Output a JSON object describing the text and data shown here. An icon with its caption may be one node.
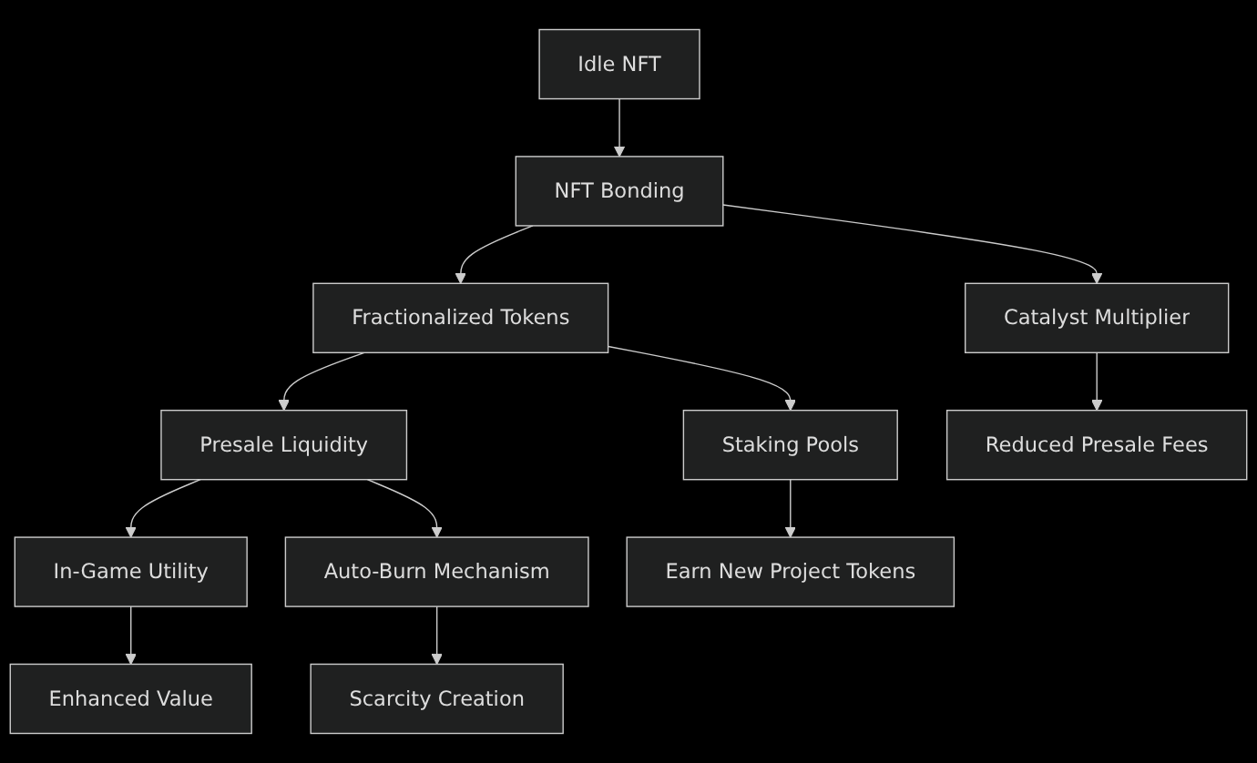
{
  "diagram": {
    "nodes": [
      {
        "text": [
          "Idle NFT"
        ]
      },
      {
        "text": [
          "NFT Bonding"
        ]
      },
      {
        "text": [
          "Fractionalized Tokens"
        ]
      },
      {
        "text": [
          "Catalyst Multiplier"
        ]
      },
      {
        "text": [
          "Presale Liquidity"
        ]
      },
      {
        "text": [
          "Staking Pools"
        ]
      },
      {
        "text": [
          "Reduced Presale Fees"
        ]
      },
      {
        "text": [
          "In-Game Utility"
        ]
      },
      {
        "text": [
          "Auto-Burn Mechanism"
        ]
      },
      {
        "text": [
          "Earn New Project Tokens"
        ]
      },
      {
        "text": [
          "Enhanced Value"
        ]
      },
      {
        "text": [
          "Scarcity Creation"
        ]
      }
    ],
    "edges": [
      {
        "from": 0,
        "to": 1,
        "arrow": "to"
      },
      {
        "from": 1,
        "to": 2,
        "arrow": "to"
      },
      {
        "from": 1,
        "to": 3,
        "arrow": "to"
      },
      {
        "from": 2,
        "to": 4,
        "arrow": "to"
      },
      {
        "from": 2,
        "to": 5,
        "arrow": "to"
      },
      {
        "from": 3,
        "to": 6,
        "arrow": "to"
      },
      {
        "from": 4,
        "to": 7,
        "arrow": "to"
      },
      {
        "from": 4,
        "to": 8,
        "arrow": "to"
      },
      {
        "from": 5,
        "to": 9,
        "arrow": "to"
      },
      {
        "from": 7,
        "to": 10,
        "arrow": "to"
      },
      {
        "from": 8,
        "to": 11,
        "arrow": "to"
      }
    ]
  }
}
